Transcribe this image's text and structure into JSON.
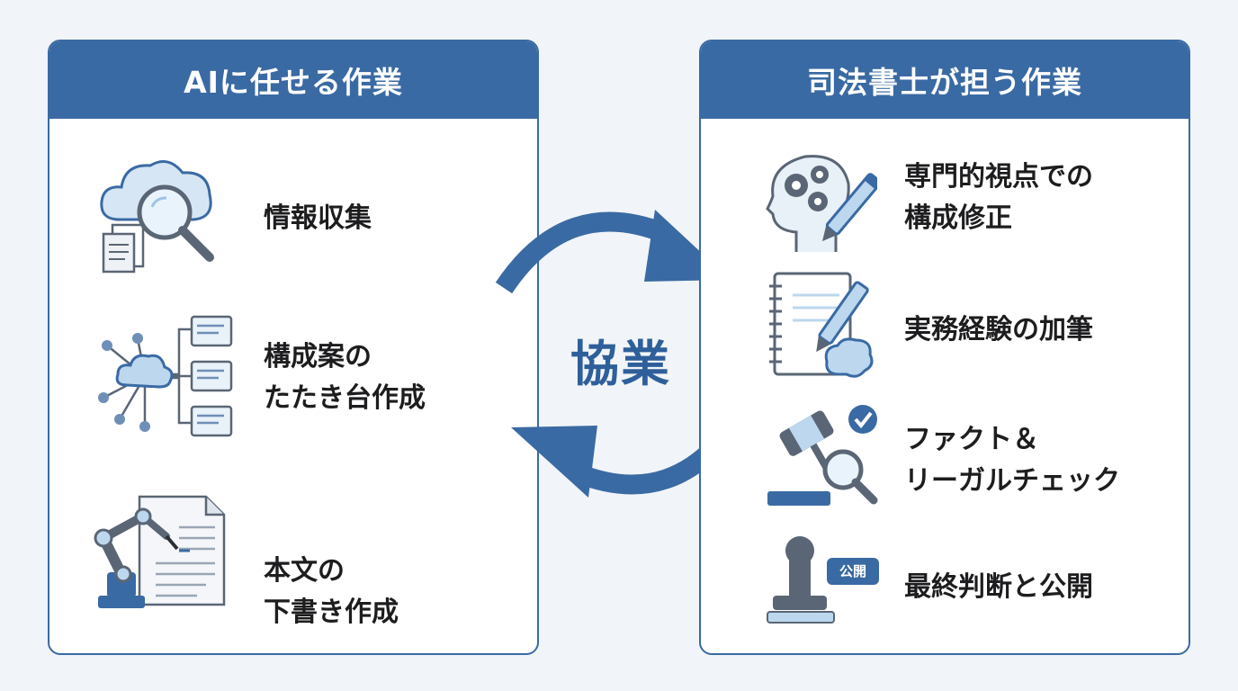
{
  "colors": {
    "accent": "#3a6aa3",
    "panel_border": "#3a6aa3",
    "icon_light_blue": "#bcd7ee",
    "icon_gray": "#5a6675",
    "background": "#f1f4f8"
  },
  "left": {
    "title": "AIに任せる作業",
    "items": [
      {
        "label": "情報収集",
        "icon": "cloud-search-icon"
      },
      {
        "label": "構成案の\nたたき台作成",
        "icon": "network-outline-icon"
      },
      {
        "label": "本文の\n下書き作成",
        "icon": "robot-arm-writing-icon"
      }
    ]
  },
  "right": {
    "title": "司法書士が担う作業",
    "items": [
      {
        "label": "専門的視点での\n構成修正",
        "icon": "head-gears-pencil-icon"
      },
      {
        "label": "実務経験の加筆",
        "icon": "notebook-pen-brain-icon"
      },
      {
        "label": "ファクト＆\nリーガルチェック",
        "icon": "gavel-magnifier-check-icon"
      },
      {
        "label": "最終判断と公開",
        "icon": "stamp-publish-icon",
        "badge": "公開"
      }
    ]
  },
  "center": {
    "label": "協業",
    "icon": "cycle-arrows-icon"
  }
}
